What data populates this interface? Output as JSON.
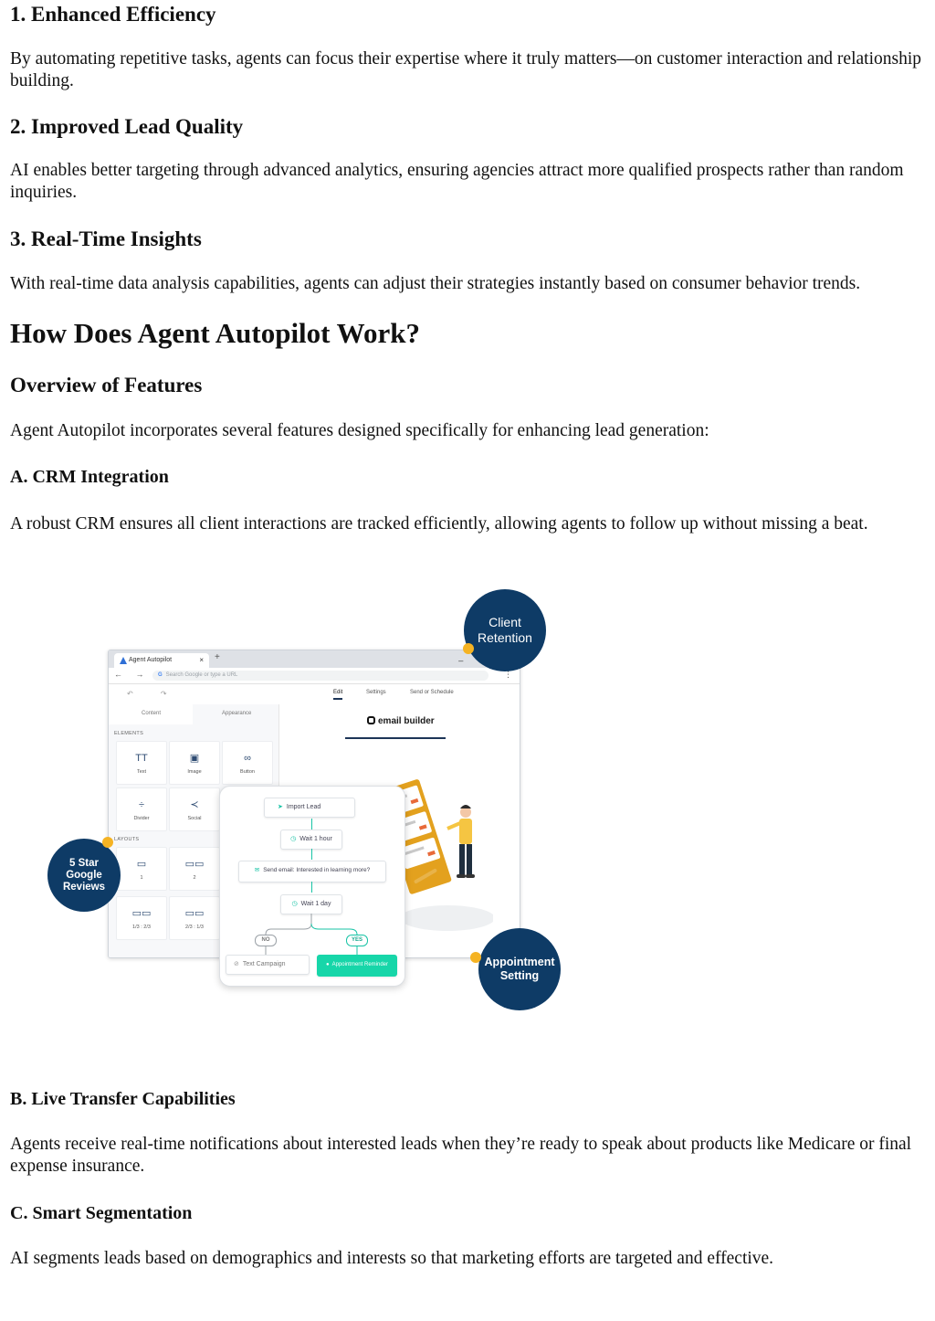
{
  "sections": {
    "s1_heading": "1. Enhanced Efficiency",
    "s1_body": "By automating repetitive tasks, agents can focus their expertise where it truly matters—on customer interaction and relationship building.",
    "s2_heading": "2. Improved Lead Quality",
    "s2_body": "AI enables better targeting through advanced analytics, ensuring agencies attract more qualified prospects rather than random inquiries.",
    "s3_heading": "3. Real-Time Insights",
    "s3_body": "With real-time data analysis capabilities, agents can adjust their strategies instantly based on consumer behavior trends.",
    "main_heading": "How Does Agent Autopilot Work?",
    "overview_heading": "Overview of Features",
    "overview_body": "Agent Autopilot incorporates several features designed specifically for enhancing lead generation:",
    "a_heading": "A. CRM Integration",
    "a_body": "A robust CRM ensures all client interactions are tracked efficiently, allowing agents to follow up without missing a beat.",
    "b_heading": "B. Live Transfer Capabilities",
    "b_body": "Agents receive real-time notifications about interested leads when they’re ready to speak about products like Medicare or final expense insurance.",
    "c_heading": "C. Smart Segmentation",
    "c_body": "AI segments leads based on demographics and interests so that marketing efforts are targeted and effective."
  },
  "figure": {
    "browser": {
      "tab_title": "Agent Autopilot",
      "tab_close": "×",
      "new_tab": "+",
      "window_controls": "_ ◻ ×",
      "nav_glyphs": "← → C",
      "url_placeholder": "Search Google or type a URL",
      "google_glyph": "G",
      "menu_glyph": "⋮"
    },
    "toolbar": {
      "undo_redo": "↶ ↷",
      "tabs": [
        "Edit",
        "Settings",
        "Send or Schedule"
      ]
    },
    "sidebar": {
      "tabs": [
        "Content",
        "Appearance"
      ],
      "elements_label": "ELEMENTS",
      "elements": [
        {
          "icon": "TT",
          "label": "Text"
        },
        {
          "icon": "▣",
          "label": "Image"
        },
        {
          "icon": "∞",
          "label": "Button"
        },
        {
          "icon": "÷",
          "label": "Divider"
        },
        {
          "icon": "≺",
          "label": "Social"
        }
      ],
      "layouts_label": "LAYOUTS",
      "layouts": [
        {
          "icon": "▭",
          "label": "1"
        },
        {
          "icon": "▭▭",
          "label": "2"
        },
        {
          "icon": "▭▭",
          "label": "1/3 : 2/3"
        },
        {
          "icon": "▭▭",
          "label": "2/3 : 1/3"
        }
      ]
    },
    "canvas": {
      "logo_text": "email builder"
    },
    "flow": {
      "import_lead": "Import Lead",
      "wait_1_hour": "Wait 1 hour",
      "send_email": "Send email: Interested in learning more?",
      "wait_1_day": "Wait 1 day",
      "no_label": "NO",
      "yes_label": "YES",
      "text_campaign": "Text Campaign",
      "appointment_reminder": "Appointment Reminder"
    },
    "badges": {
      "client_retention": [
        "Client",
        "Retention"
      ],
      "google_reviews": [
        "5 Star",
        "Google",
        "Reviews"
      ],
      "appointment_setting": [
        "Appointment",
        "Setting"
      ]
    },
    "colors": {
      "badge": "#0e3b66",
      "dot": "#f5b323",
      "accent": "#17c3a5",
      "flow_button": "#17d6a9"
    }
  }
}
